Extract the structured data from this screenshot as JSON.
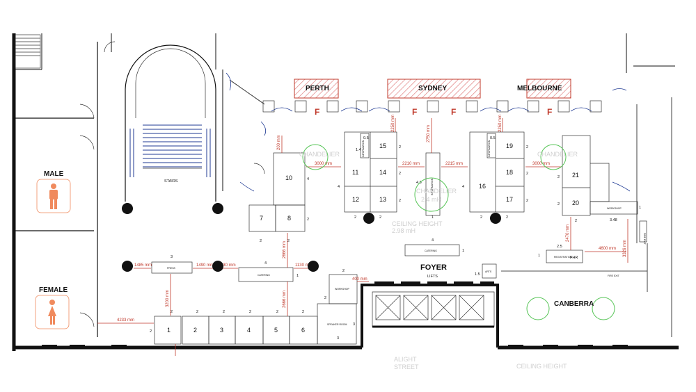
{
  "rooms": {
    "perth": "PERTH",
    "sydney": "SYDNEY",
    "melbourne": "MELBOURNE",
    "canberra": "CANBERRA",
    "foyer": "FOYER",
    "lifts": "LIFTS",
    "stairs": "STAIRS",
    "male": "MALE",
    "female": "FEMALE",
    "fhr": "FHR",
    "fire_exit": "FIRE EXIT",
    "fire_exit_vertical": "FIRE EXIT",
    "fire_marker": "F"
  },
  "booths": [
    {
      "id": "1"
    },
    {
      "id": "2"
    },
    {
      "id": "3"
    },
    {
      "id": "4"
    },
    {
      "id": "5"
    },
    {
      "id": "6"
    },
    {
      "id": "7"
    },
    {
      "id": "8"
    },
    {
      "id": "10"
    },
    {
      "id": "11"
    },
    {
      "id": "12"
    },
    {
      "id": "13"
    },
    {
      "id": "14"
    },
    {
      "id": "15"
    },
    {
      "id": "16"
    },
    {
      "id": "17"
    },
    {
      "id": "18"
    },
    {
      "id": "19"
    },
    {
      "id": "20"
    },
    {
      "id": "21"
    }
  ],
  "dimensions": {
    "d3000a": "3000 mm",
    "d2210": "2210 mm",
    "d2215": "2215 mm",
    "d3000b": "3000 mm",
    "d1485": "1485 mm",
    "d1490": "1490 mm",
    "d1130a": "1130 mm",
    "d1130b": "1130 mm",
    "d4233": "4233 mm",
    "d400": "400 mm",
    "d4600": "4600 mm",
    "v200": "200 mm",
    "v2250": "2250 mm",
    "v2750": "2750 mm",
    "v2250b": "2250 mm",
    "v2666a": "2666 mm",
    "v2666b": "2666 mm",
    "v3200": "3200 mm",
    "v2470": "2470 mm",
    "v3326": "3326 mm"
  },
  "tables": {
    "catering_center": "CATERING",
    "catering_left": "CATERING",
    "press": "PRESS",
    "info_desk": "INFORMATION",
    "speaker_room": "SPEAKER ROOM",
    "registration": "REGISTRATION",
    "arts": "ARTS",
    "workshop_a": "WORKSHOP",
    "workshop_b": "WORKSHOP"
  },
  "labels": {
    "n2": "2",
    "n3": "3",
    "n4": "4",
    "n1": "1",
    "n15": "1.5",
    "n05": "0.5",
    "n14": "1.4",
    "n25": "2.5",
    "n348": "3.48",
    "n45": "4.5"
  },
  "ghost_text": {
    "chandelier_a": "CHANDELIER",
    "chandelier_b": "CHANDELIER",
    "chandelier_c": "CHANDELIER",
    "height_c": "2.4 mH",
    "ceiling": "CEILING HEIGHT",
    "ceiling_val": "2.98 mH",
    "ceiling_b": "CEILING HEIGHT",
    "street_a": "ALIGHT",
    "street_b": "STREET"
  },
  "colors": {
    "dimension_red": "#c0392b",
    "window_blue": "#1f3a93",
    "toilet_orange": "#f08a5d",
    "chandelier_green": "#55c455"
  }
}
